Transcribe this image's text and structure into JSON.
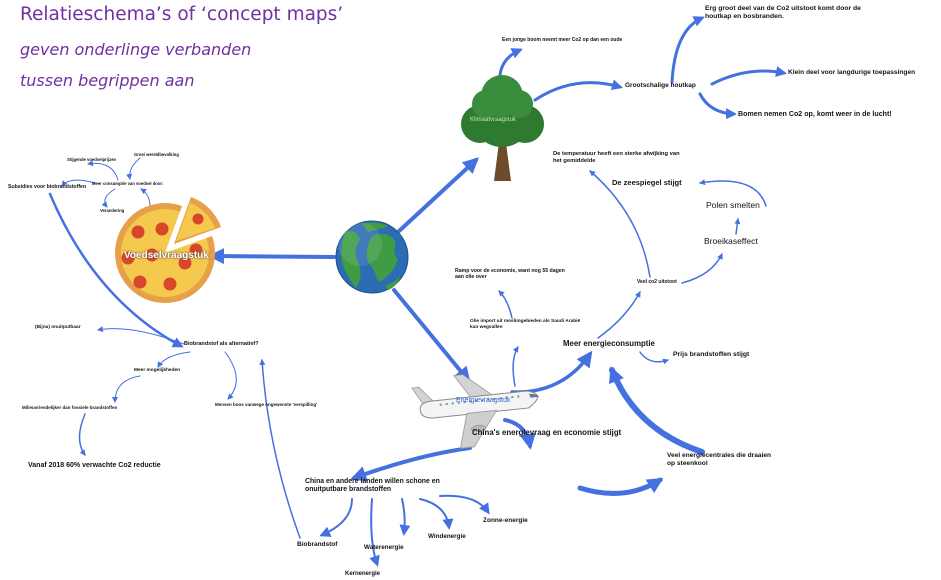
{
  "title": "Relatieschema’s of ‘concept maps’",
  "subtitle": [
    "geven onderlinge verbanden",
    "tussen begrippen aan"
  ],
  "colors": {
    "title": "#7030A0",
    "arrow": "#4570E0",
    "text": "#141414"
  },
  "icons": {
    "center": "globe-icon",
    "klimaat": "tree-icon",
    "voedsel": "pizza-icon",
    "energie": "airplane-icon"
  },
  "klimaat": {
    "hub": "Klimaatvraagstuk",
    "jonge_boom": "Een jonge boom neemt meer Co2 op dan een oude",
    "houtkap": "Grootschalige houtkap",
    "groot_deel": [
      "Erg groot deel van de Co2 uitstoot komt door de",
      "houtkap en bosbranden."
    ],
    "klein_deel": "Klein deel voor langdurige toepassingen",
    "bomen": "Bomen nemen Co2 op, komt weer in de lucht!"
  },
  "energie": {
    "hub": "Energievraagstuk",
    "china_vraag": "China's energievraag en economie stijgt",
    "meer_consumptie": "Meer energieconsumptie",
    "prijs": "Prijs brandstoffen stijgt",
    "olie_import": [
      "Olie import uit moslimgebieden als Saudi Arabië",
      "kan wegvallen"
    ],
    "ramp": [
      "Ramp voor de economie, want nog 55 dagen",
      "aan olie over"
    ],
    "co2": "Veel co2 uitstoot",
    "broeikas": "Broeikaseffect",
    "polen": "Polen smelten",
    "zeespiegel": "De zeespiegel stijgt",
    "temperatuur": [
      "De temperatuur heeft een sterke afwijking van",
      "het gemiddelde"
    ],
    "centrales": [
      "Veel energiecentrales die draaien",
      "op steenkool"
    ],
    "schoon": [
      "China en andere landen willen schone en",
      "onuitputbare brandstoffen"
    ],
    "bronnen": {
      "zon": "Zonne-energie",
      "wind": "Windenergie",
      "water": "Waterenergie",
      "bio": "Biobrandstof",
      "kern": "Kernenergie"
    }
  },
  "voedsel": {
    "hub": "Voedselvraagstuk",
    "subsidies": "Subsidies voor biobrandstoffen",
    "stijgende_prijzen": "Stijgende voedselprijzen",
    "groei": "Groei wereldbevolking",
    "meer_consumptie": "Meer consumptie van voedsel door:",
    "verandering": "Verandering",
    "alternatief": "Biobrandstof als alternatief?",
    "onuitputbaar": "(Bijna) onuitputbaar",
    "mogelijkheden": "Meer mogelijkheden",
    "boos": "Mensen boos vanwege ongewenste 'verspilling'",
    "milieu": "Milieuvriendelijker dan fossiele brandstoffen",
    "reductie": "Vanaf 2018 60% verwachte Co2 reductie"
  }
}
